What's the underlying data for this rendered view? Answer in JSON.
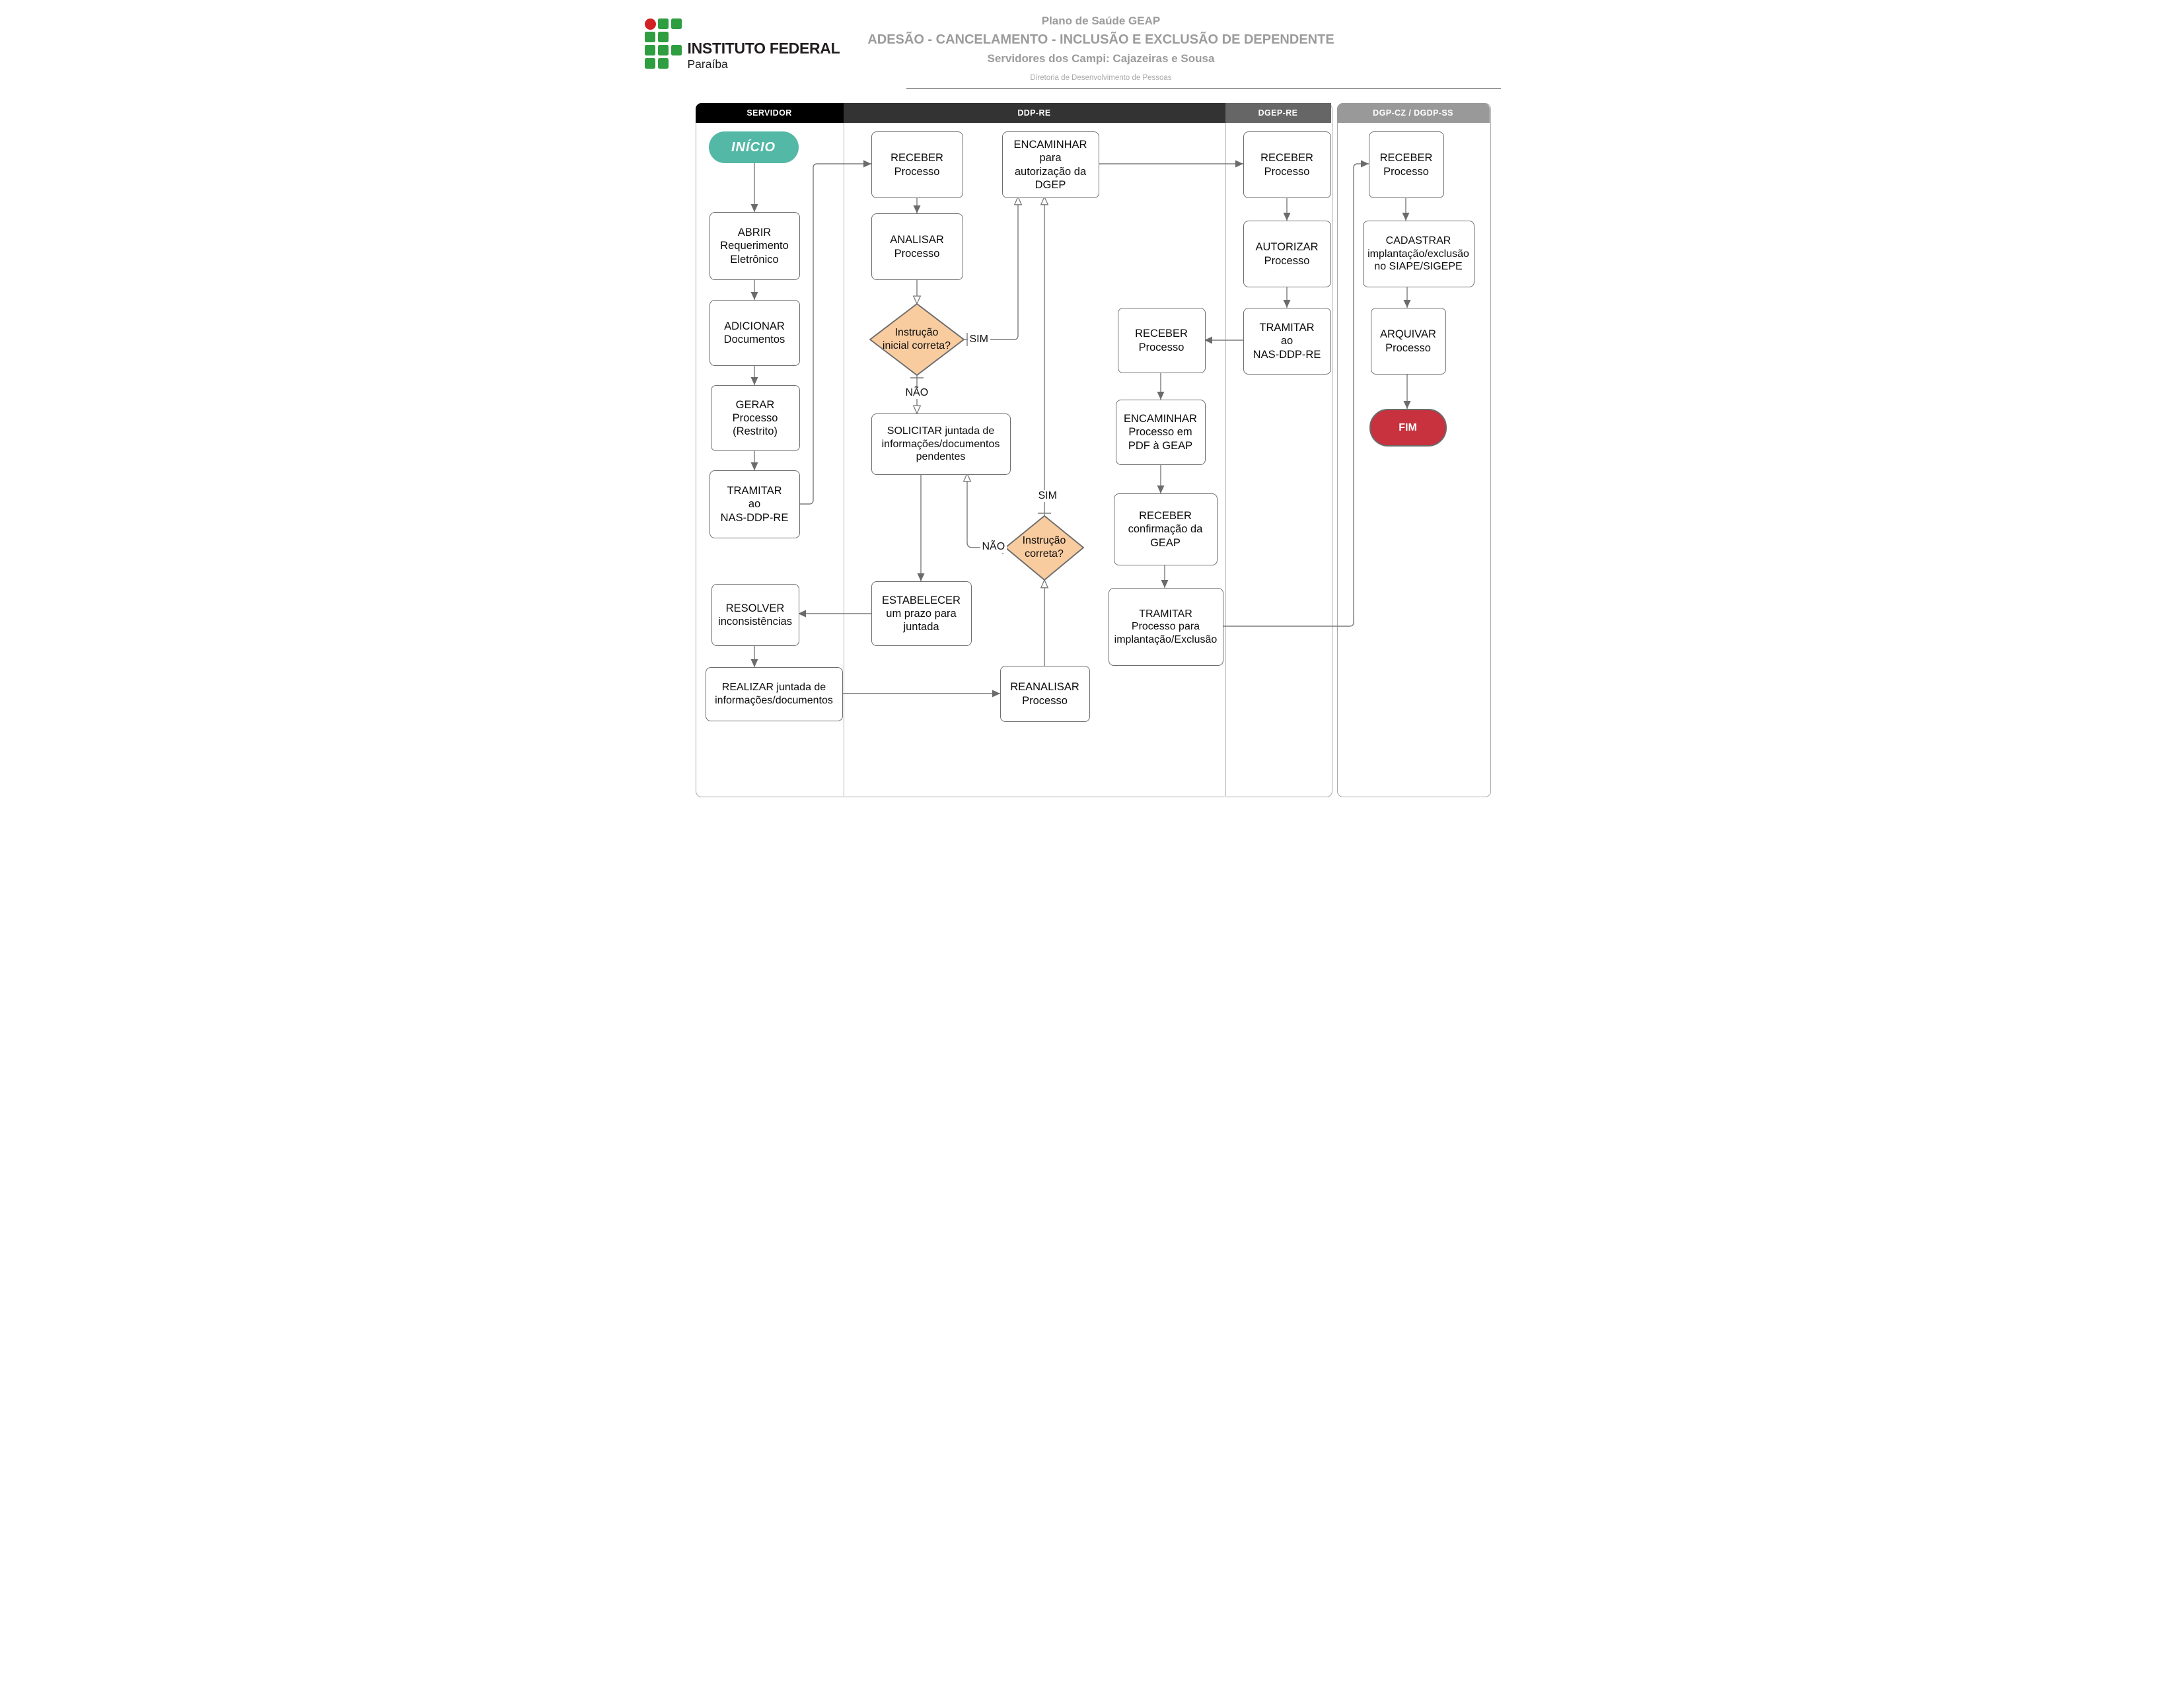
{
  "header": {
    "brand": {
      "name": "INSTITUTO FEDERAL",
      "region": "Paraíba"
    },
    "title1": "Plano de Saúde GEAP",
    "title2": "ADESÃO - CANCELAMENTO - INCLUSÃO E EXCLUSÃO DE DEPENDENTE",
    "title3": "Servidores dos Campi: Cajazeiras e Sousa",
    "subtitle": "Diretoria de Desenvolvimento de Pessoas"
  },
  "lanes": [
    {
      "id": "servidor",
      "label": "SERVIDOR",
      "color": "#000000"
    },
    {
      "id": "ddp-re",
      "label": "DDP-RE",
      "color": "#333333"
    },
    {
      "id": "dgep-re",
      "label": "DGEP-RE",
      "color": "#666666"
    },
    {
      "id": "dgp-cz-dgdp-ss",
      "label": "DGP-CZ / DGDP-SS",
      "color": "#999999"
    }
  ],
  "nodes": {
    "inicio": "INÍCIO",
    "abrir": "ABRIR\nRequerimento\nEletrônico",
    "adicionar": "ADICIONAR\nDocumentos",
    "gerar": "GERAR\nProcesso\n(Restrito)",
    "tramitar_nas_servidor": "TRAMITAR\nao\nNAS-DDP-RE",
    "resolver": "RESOLVER\ninconsistências",
    "realizar": "REALIZAR  juntada de\ninformações/documentos",
    "receber_ddp": "RECEBER\nProcesso",
    "analisar": "ANALISAR\nProcesso",
    "decisao1": "Instrução\ninicial correta?",
    "solicitar": "SOLICITAR juntada de\ninformações/documentos\npendentes",
    "decisao2": "Instrução\ncorreta?",
    "estabelecer": "ESTABELECER\num prazo para\njuntada",
    "reanalisar": "REANALISAR\nProcesso",
    "encaminhar_dgep": "ENCAMINHAR\npara\nautorização da\nDGEP",
    "receber_ddp2": "RECEBER\nProcesso",
    "encaminhar_pdf": "ENCAMINHAR\nProcesso em\nPDF à GEAP",
    "receber_confirmacao": "RECEBER\nconfirmação da\nGEAP",
    "tramitar_implantacao": "TRAMITAR\nProcesso para\nimplantação/Exclusão",
    "receber_dgep": "RECEBER\nProcesso",
    "autorizar": "AUTORIZAR\nProcesso",
    "tramitar_nas_dgep": "TRAMITAR\nao\nNAS-DDP-RE",
    "receber_dgp": "RECEBER\nProcesso",
    "cadastrar": "CADASTRAR\nimplantação/exclusão\nno SIAPE/SIGEPE",
    "arquivar": "ARQUIVAR\nProcesso",
    "fim": "FIM"
  },
  "edge_labels": {
    "sim1": "SIM",
    "nao1": "NÃO",
    "sim2": "SIM",
    "nao2": "NÃO"
  },
  "colors": {
    "start_fill": "#53b8a5",
    "end_fill": "#c8313e",
    "decision_fill": "#f9cca0",
    "logo_green": "#2f9e41",
    "logo_red": "#d22027"
  }
}
